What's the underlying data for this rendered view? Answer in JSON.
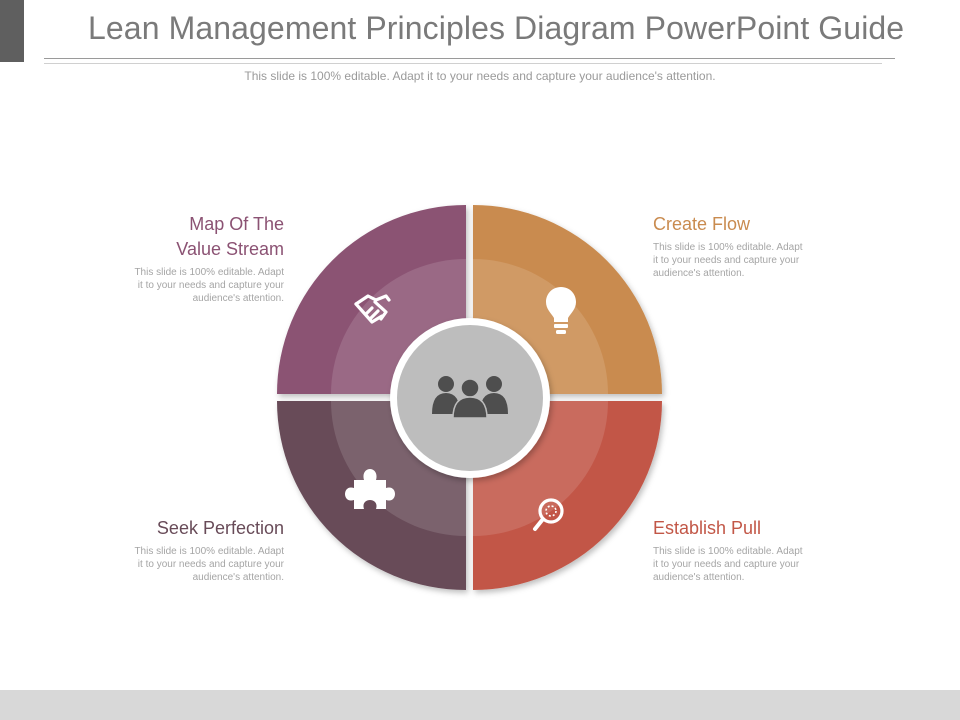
{
  "slide": {
    "title": "Lean Management Principles Diagram PowerPoint Guide",
    "subtitle": "This slide is 100% editable. Adapt it to your needs and capture your audience's attention."
  },
  "colors": {
    "map_value_stream": "#8b5273",
    "create_flow": "#c98b4f",
    "establish_pull": "#c25747",
    "seek_perfection": "#684b58",
    "center": "#bdbdbd",
    "icon_dark": "#4e4e4e"
  },
  "quadrants": [
    {
      "id": "map-value-stream",
      "heading_line1": "Map Of The",
      "heading_line2": "Value Stream",
      "body_line1": "This slide is 100% editable. Adapt",
      "body_line2": "it to your needs and capture your",
      "body_line3": "audience's attention.",
      "icon": "handshake-icon"
    },
    {
      "id": "create-flow",
      "heading_line1": "Create Flow",
      "body_line1": "This slide is 100% editable. Adapt",
      "body_line2": "it to your needs and capture your",
      "body_line3": "audience's attention.",
      "icon": "lightbulb-icon"
    },
    {
      "id": "establish-pull",
      "heading_line1": "Establish Pull",
      "body_line1": "This slide is 100% editable. Adapt",
      "body_line2": "it to your needs and capture your",
      "body_line3": "audience's attention.",
      "icon": "magnifier-icon"
    },
    {
      "id": "seek-perfection",
      "heading_line1": "Seek Perfection",
      "body_line1": "This slide is 100% editable. Adapt",
      "body_line2": "it to your needs and capture your",
      "body_line3": "audience's attention.",
      "icon": "puzzle-piece-icon"
    }
  ],
  "center_icon": "team-icon"
}
